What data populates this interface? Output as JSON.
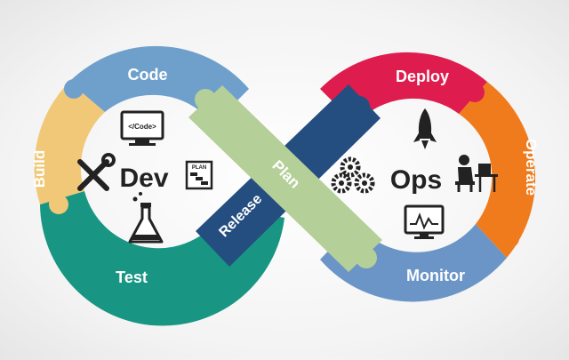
{
  "segments": {
    "code": "Code",
    "build": "Build",
    "test": "Test",
    "release": "Release",
    "plan": "Plan",
    "deploy": "Deploy",
    "operate": "Operate",
    "monitor": "Monitor"
  },
  "centers": {
    "dev": "Dev",
    "ops": "Ops"
  },
  "icons": {
    "code_screen": "</Code>",
    "plan_board": "PLAN"
  },
  "colors": {
    "code": "#6fa0cc",
    "build": "#f0c877",
    "test": "#199683",
    "release": "#244e80",
    "plan": "#b5cf99",
    "deploy": "#df1c4e",
    "operate": "#f07b1c",
    "monitor": "#6b95c6",
    "icon": "#222222"
  }
}
